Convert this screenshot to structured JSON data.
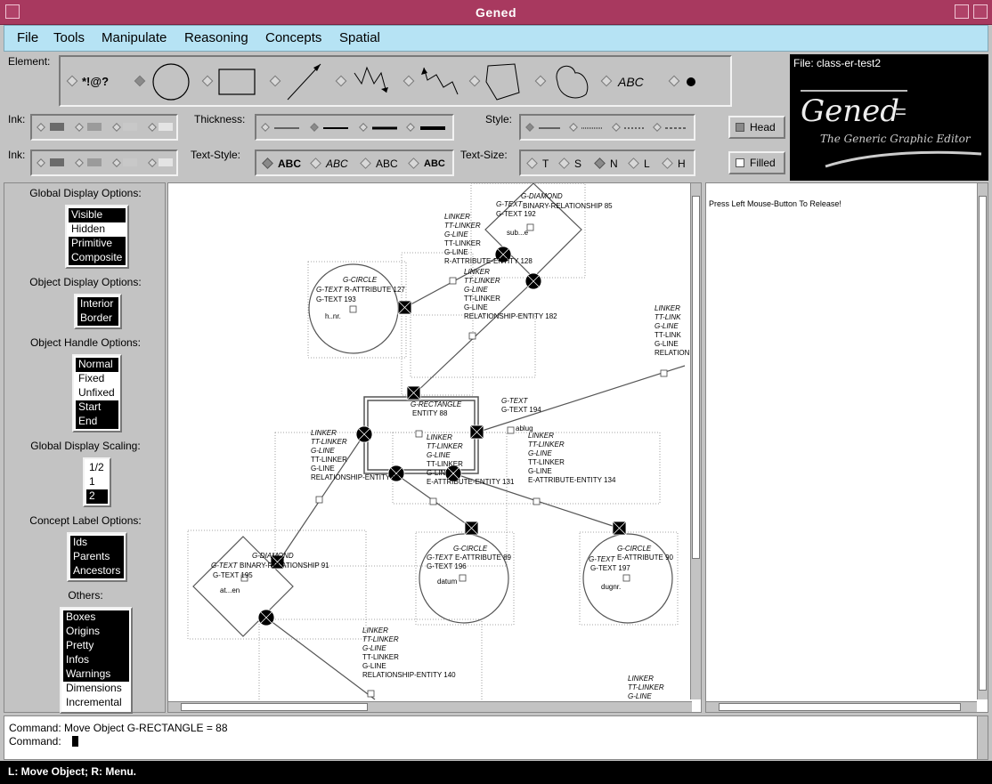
{
  "window": {
    "title": "Gened"
  },
  "menu": [
    "File",
    "Tools",
    "Manipulate",
    "Reasoning",
    "Concepts",
    "Spatial"
  ],
  "toolbar": {
    "element_label": "Element:",
    "element_text_sample": "*!@?",
    "element_abc": "ABC",
    "ink_label": "Ink:",
    "ink2_label": "Ink:",
    "thickness_label": "Thickness:",
    "style_label": "Style:",
    "text_style_label": "Text-Style:",
    "text_size_label": "Text-Size:",
    "head_label": "Head",
    "filled_label": "Filled",
    "text_styles": [
      "ABC",
      "ABC",
      "ABC",
      "ABC"
    ],
    "text_sizes": [
      "T",
      "S",
      "N",
      "L",
      "H"
    ],
    "ink_colors": [
      "#6b6b6b",
      "#9b9b9b",
      "#c8c8c8",
      "#e4e4e4"
    ]
  },
  "logo": {
    "file_label": "File: class-er-test2",
    "title": "Gened",
    "subtitle": "The Generic Graphic Editor"
  },
  "left_panel": {
    "global_display": {
      "heading": "Global Display Options:",
      "items": [
        {
          "label": "Visible",
          "sel": true
        },
        {
          "label": "Hidden",
          "sel": false
        },
        {
          "label": "Primitive",
          "sel": true
        },
        {
          "label": "Composite",
          "sel": true
        }
      ]
    },
    "object_display": {
      "heading": "Object Display Options:",
      "items": [
        {
          "label": "Interior",
          "sel": true
        },
        {
          "label": "Border",
          "sel": true
        }
      ]
    },
    "object_handle": {
      "heading": "Object Handle Options:",
      "items": [
        {
          "label": "Normal",
          "sel": true
        },
        {
          "label": "Fixed",
          "sel": false
        },
        {
          "label": "Unfixed",
          "sel": false
        },
        {
          "label": "Start",
          "sel": true
        },
        {
          "label": "End",
          "sel": true
        }
      ]
    },
    "scaling": {
      "heading": "Global Display Scaling:",
      "items": [
        {
          "label": "1/2",
          "sel": false
        },
        {
          "label": "1",
          "sel": false
        },
        {
          "label": "2",
          "sel": true
        }
      ]
    },
    "concept_label": {
      "heading": "Concept Label Options:",
      "items": [
        {
          "label": "Ids",
          "sel": true
        },
        {
          "label": "Parents",
          "sel": true
        },
        {
          "label": "Ancestors",
          "sel": true
        }
      ]
    },
    "others": {
      "heading": "Others:",
      "items": [
        {
          "label": "Boxes",
          "sel": true
        },
        {
          "label": "Origins",
          "sel": true
        },
        {
          "label": "Pretty",
          "sel": true
        },
        {
          "label": "Infos",
          "sel": true
        },
        {
          "label": "Warnings",
          "sel": true
        },
        {
          "label": "Dimensions",
          "sel": false
        },
        {
          "label": "Incremental",
          "sel": false
        }
      ]
    }
  },
  "canvas_labels": {
    "diamond_top": [
      "G-DIAMOND",
      "BINARY-RELATIONSHIP 85",
      "G-TEXT",
      "G-TEXT 192"
    ],
    "circle_tl": [
      "G-CIRCLE",
      "G-TEXT",
      "R-ATTRIBUTE 127",
      "G-TEXT 193"
    ],
    "linker_a": [
      "LINKER",
      "TT-LINKER",
      "G-LINE",
      "TT-LINKER",
      "G-LINE",
      "R-ATTRIBUTE-ENTITY 128"
    ],
    "linker_b": [
      "LINKER",
      "TT-LINKER",
      "G-LINE",
      "TT-LINKER",
      "G-LINE",
      "RELATIONSHIP-ENTITY 182"
    ],
    "linker_c": [
      "LINKER",
      "TT-LINK",
      "G-LINE",
      "TT-LINK",
      "G-LINE",
      "RELATION"
    ],
    "rect": [
      "G-RECTANGLE",
      "ENTITY 88"
    ],
    "gtext194": [
      "G-TEXT",
      "G-TEXT 194"
    ],
    "linker_d": [
      "LINKER",
      "TT-LINKER",
      "G-LINE",
      "TT-LINKER",
      "G-LINE",
      "RELATIONSHIP-ENTITY 87"
    ],
    "linker_e": [
      "LINKER",
      "TT-LINKER",
      "G-LINE",
      "TT-LINKER",
      "G-LINE",
      "E-ATTRIBUTE-ENTITY 131"
    ],
    "linker_f": [
      "LINKER",
      "TT-LINKER",
      "G-LINE",
      "TT-LINKER",
      "G-LINE",
      "E-ATTRIBUTE-ENTITY 134"
    ],
    "diamond_bl": [
      "G-DIAMOND",
      "G-TEXT",
      "BINARY-RELATIONSHIP 91",
      "G-TEXT 195"
    ],
    "circle_b1": [
      "G-CIRCLE",
      "G-TEXT",
      "E-ATTRIBUTE 89",
      "G-TEXT 196"
    ],
    "circle_b2": [
      "G-CIRCLE",
      "G-TEXT",
      "E-ATTRIBUTE 90",
      "G-TEXT 197"
    ],
    "linker_g": [
      "LINKER",
      "TT-LINKER",
      "G-LINE",
      "TT-LINKER",
      "G-LINE",
      "RELATIONSHIP-ENTITY 140"
    ],
    "linker_h": [
      "LINKER",
      "TT-LINKER",
      "G-LINE"
    ],
    "small": [
      "sub...e",
      "h..nr.",
      "ablug",
      "datum",
      "dugnr.",
      "at...en"
    ]
  },
  "right_panel": {
    "message": "Press Left Mouse-Button To Release!"
  },
  "command": {
    "line1": "Command: Move Object G-RECTANGLE = 88",
    "line2": "Command:"
  },
  "status": {
    "text": "L: Move Object; R: Menu."
  }
}
